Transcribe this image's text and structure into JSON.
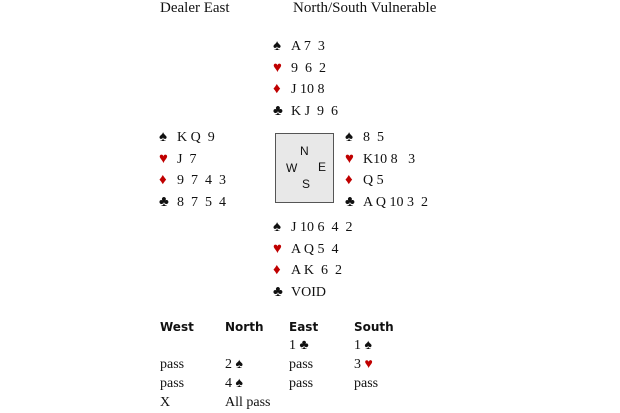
{
  "header": {
    "dealer": "Dealer East",
    "vulnerability": "North/South Vulnerable"
  },
  "suits": {
    "spade": "♠",
    "heart": "♥",
    "diamond": "♦",
    "club": "♣"
  },
  "colors": {
    "red": "#c00000",
    "black": "#111111"
  },
  "hands": {
    "north": {
      "spades": "A 7  3",
      "hearts": "9  6  2",
      "diamonds": "J 10 8",
      "clubs": "K J  9  6"
    },
    "west": {
      "spades": "K Q  9",
      "hearts": "J  7",
      "diamonds": "9  7  4  3",
      "clubs": "8  7  5  4"
    },
    "east": {
      "spades": "8  5",
      "hearts": "K10 8   3",
      "diamonds": "Q 5",
      "clubs": "A Q 10 3  2"
    },
    "south": {
      "spades": "J 10 6  4  2",
      "hearts": "A Q 5  4",
      "diamonds": "A K  6  2",
      "clubs": "VOID"
    }
  },
  "compass": {
    "n": "N",
    "s": "S",
    "e": "E",
    "w": "W"
  },
  "auction": {
    "headers": [
      "West",
      "North",
      "East",
      "South"
    ],
    "rows": [
      [
        "",
        "",
        "1",
        "1"
      ],
      [
        "pass",
        "2",
        "pass",
        "3"
      ],
      [
        "pass",
        "4",
        "pass",
        "pass"
      ],
      [
        "X",
        "All pass",
        "",
        ""
      ]
    ]
  }
}
